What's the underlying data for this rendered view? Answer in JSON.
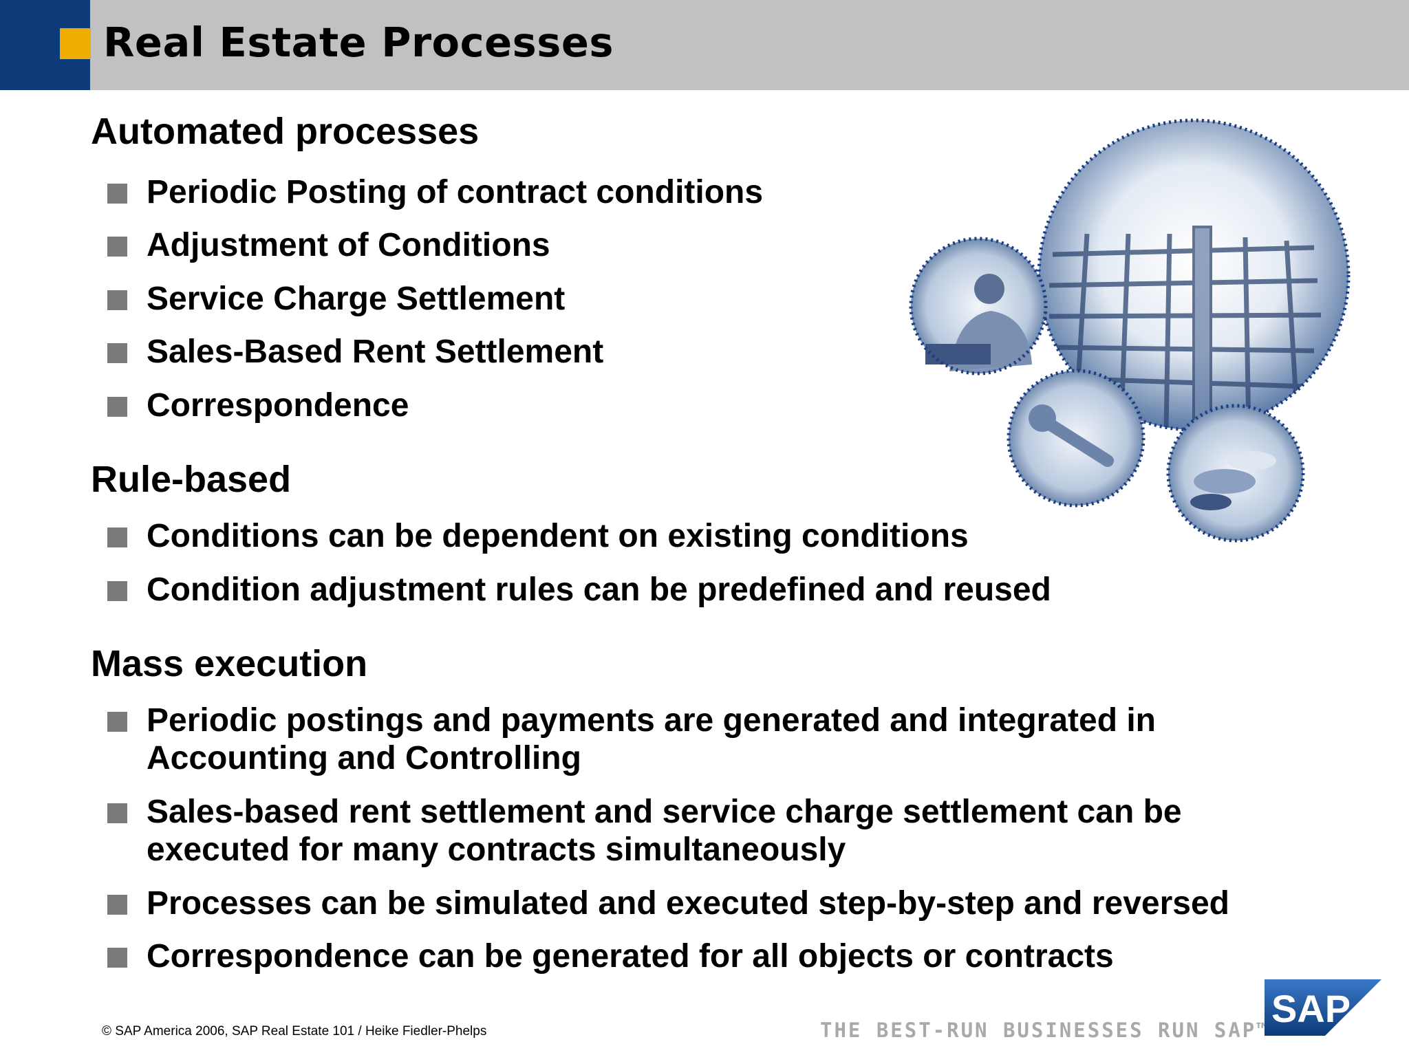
{
  "header": {
    "title": "Real Estate Processes"
  },
  "sections": [
    {
      "heading": "Automated processes",
      "items": [
        "Periodic Posting of contract conditions",
        "Adjustment of Conditions",
        "Service Charge Settlement",
        "Sales-Based Rent Settlement",
        "Correspondence"
      ]
    },
    {
      "heading": "Rule-based",
      "items": [
        "Conditions can be dependent on existing conditions",
        "Condition adjustment rules can be predefined and reused"
      ]
    },
    {
      "heading": "Mass execution",
      "items": [
        "Periodic postings and payments are generated and integrated in",
        "Accounting and Controlling",
        "Sales-based rent settlement and service charge settlement can be",
        "executed for many contracts simultaneously",
        "Processes can be simulated and executed step-by-step and reversed",
        "Correspondence can be generated for all objects or contracts"
      ]
    }
  ],
  "footer": {
    "copyright": "© SAP America 2006, SAP Real Estate 101 / Heike Fiedler-Phelps",
    "tagline": "THE BEST-RUN BUSINESSES RUN SAP™",
    "logo_text": "SAP"
  },
  "colors": {
    "header_gray": "#c0c1c0",
    "navy": "#0d3a78",
    "accent_orange": "#f0ab00",
    "bullet_gray": "#7a7a7a",
    "photo_blue": "#5b7aa6"
  },
  "illustration_icons": [
    "office-building-photo",
    "businessman-phone-photo",
    "wrench-photo",
    "coins-photo"
  ]
}
